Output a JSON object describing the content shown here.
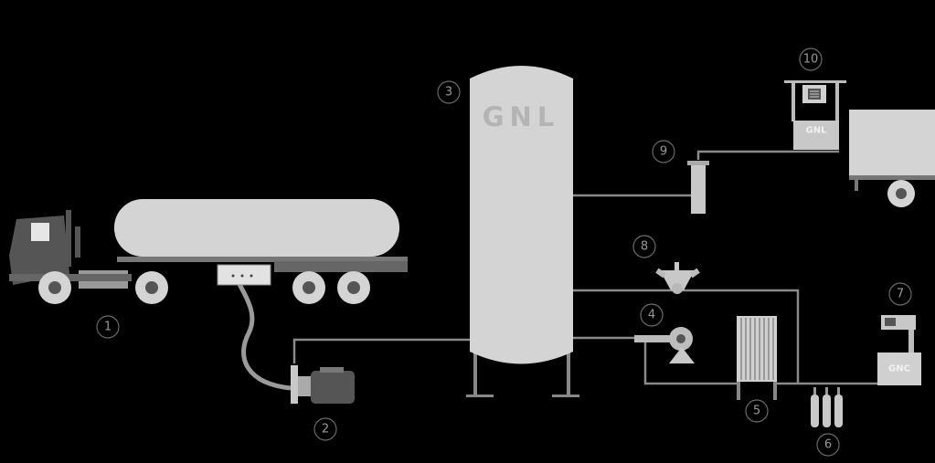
{
  "tank_label": "GNL",
  "dispenser_lng_label": "GNL",
  "dispenser_cng_label": "GNC",
  "markers": [
    "1",
    "2",
    "3",
    "4",
    "5",
    "6",
    "7",
    "8",
    "9",
    "10"
  ],
  "colors": {
    "background": "#000000",
    "equipment_light": "#d4d4d4",
    "equipment_mid": "#a8a8a8",
    "equipment_dark": "#555555",
    "pipe": "#8a8a8a",
    "marker": "#6a6a6a"
  }
}
